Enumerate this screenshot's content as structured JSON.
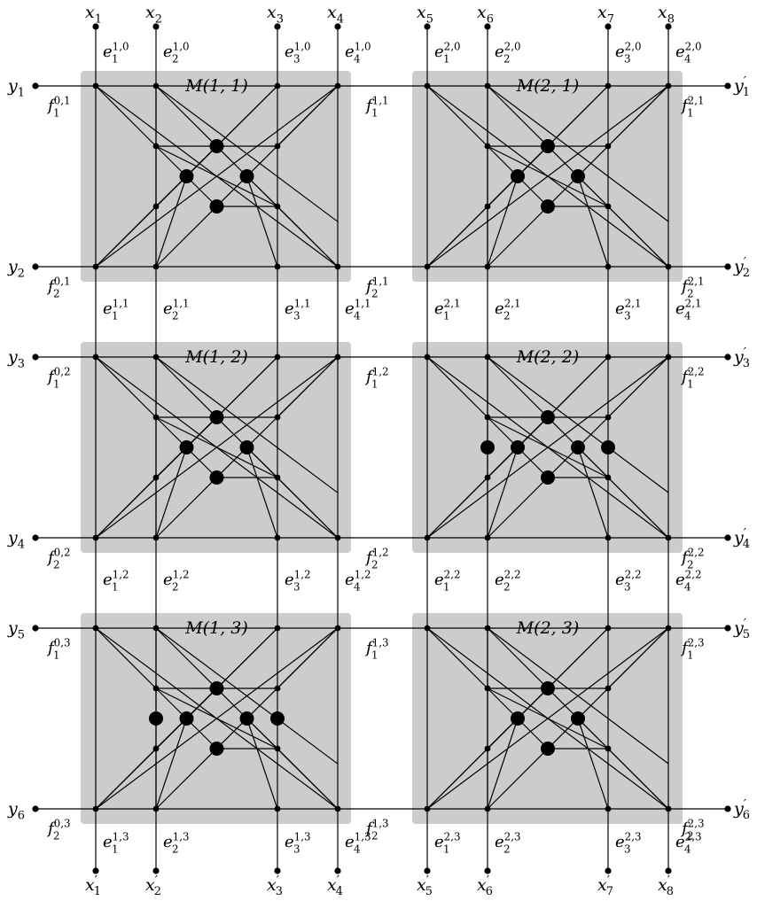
{
  "modules": [
    {
      "id": "M11",
      "col": 0,
      "row": 0,
      "title": "M(1, 1)",
      "big_nodes": [
        "c1",
        "c2",
        "c3",
        "c4"
      ]
    },
    {
      "id": "M21",
      "col": 1,
      "row": 0,
      "title": "M(2, 1)",
      "big_nodes": [
        "c1",
        "c2",
        "c3",
        "c4"
      ]
    },
    {
      "id": "M12",
      "col": 0,
      "row": 1,
      "title": "M(1, 2)",
      "big_nodes": [
        "c1",
        "c2",
        "c3",
        "c4"
      ]
    },
    {
      "id": "M22",
      "col": 1,
      "row": 1,
      "title": "M(2, 2)",
      "big_nodes": [
        "c1",
        "c2",
        "c3",
        "c4",
        "l1m",
        "r1m"
      ]
    },
    {
      "id": "M13",
      "col": 0,
      "row": 2,
      "title": "M(1, 3)",
      "big_nodes": [
        "c1",
        "c2",
        "c3",
        "c4",
        "l1m",
        "r1m"
      ]
    },
    {
      "id": "M23",
      "col": 1,
      "row": 2,
      "title": "M(2, 3)",
      "big_nodes": [
        "c1",
        "c2",
        "c3",
        "c4"
      ]
    }
  ],
  "top_inputs": [
    "x1",
    "x2",
    "x3",
    "x4",
    "x5",
    "x6",
    "x7",
    "x8"
  ],
  "bottom_outputs": [
    "x'1",
    "x'2",
    "x'3",
    "x'4",
    "x'5",
    "x'6",
    "x'7",
    "x'8"
  ],
  "left_inputs": [
    "y1",
    "y2",
    "y3",
    "y4",
    "y5",
    "y6"
  ],
  "right_outputs": [
    "y'1",
    "y'2",
    "y'3",
    "y'4",
    "y'5",
    "y'6"
  ],
  "vertical_edge_labels": [
    [
      "e1^{1,0}",
      "e2^{1,0}",
      "e3^{1,0}",
      "e4^{1,0}",
      "e1^{2,0}",
      "e2^{2,0}",
      "e3^{2,0}",
      "e4^{2,0}"
    ],
    [
      "e1^{1,1}",
      "e2^{1,1}",
      "e3^{1,1}",
      "e4^{1,1}",
      "e1^{2,1}",
      "e2^{2,1}",
      "e3^{2,1}",
      "e4^{2,1}"
    ],
    [
      "e1^{1,2}",
      "e2^{1,2}",
      "e3^{1,2}",
      "e4^{1,2}",
      "e1^{2,2}",
      "e2^{2,2}",
      "e3^{2,2}",
      "e4^{2,2}"
    ],
    [
      "e1^{1,3}",
      "e2^{1,3}",
      "e3^{1,3}",
      "e4^{1,3}",
      "e1^{2,3}",
      "e2^{2,3}",
      "e3^{2,3}",
      "e4^{2,3}"
    ]
  ],
  "horizontal_edge_labels": [
    [
      "f1^{0,1}",
      "f1^{1,1}",
      "f1^{2,1}"
    ],
    [
      "f2^{0,1}",
      "f2^{1,1}",
      "f2^{2,1}"
    ],
    [
      "f1^{0,2}",
      "f1^{1,2}",
      "f1^{2,2}"
    ],
    [
      "f2^{0,2}",
      "f2^{1,2}",
      "f2^{2,2}"
    ],
    [
      "f1^{0,3}",
      "f1^{1,3}",
      "f1^{2,3}"
    ],
    [
      "f2^{0,3}",
      "f2^{1,3}",
      "f2^{2,3}"
    ]
  ],
  "colors": {
    "module_fill": "#cccccc",
    "line": "#000000",
    "node": "#000000"
  }
}
